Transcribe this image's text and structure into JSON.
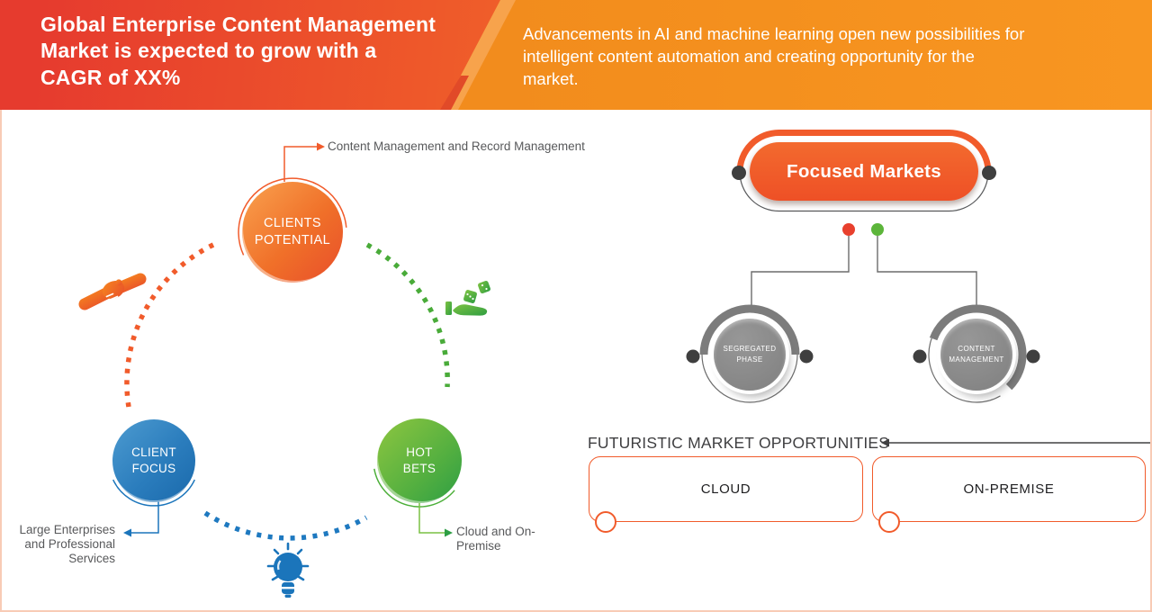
{
  "header": {
    "title": "Global Enterprise Content Management Market is expected to grow with a CAGR of XX%",
    "description": "Advancements in AI and machine learning open new possibilities for intelligent content automation and creating opportunity for the market."
  },
  "cycle": {
    "nodes": [
      {
        "label": "CLIENTS POTENTIAL",
        "callout": "Content Management and Record Management",
        "color_from": "#f9a24f",
        "color_to": "#e84e2a"
      },
      {
        "label": "CLIENT FOCUS",
        "callout": "Large Enterprises and Professional Services",
        "color_from": "#4d9bd0",
        "color_to": "#1a69ab"
      },
      {
        "label": "HOT BETS",
        "callout": "Cloud and On-Premise",
        "color_from": "#8ec640",
        "color_to": "#2d9e44"
      }
    ],
    "icons": [
      "handshake-icon",
      "dice-hand-icon",
      "lightbulb-icon"
    ]
  },
  "focused_markets": {
    "title": "Focused Markets",
    "children": [
      {
        "label": "SEGREGATED PHASE"
      },
      {
        "label": "CONTENT MANAGEMENT"
      }
    ]
  },
  "opportunities": {
    "heading": "FUTURISTIC MARKET OPPORTUNITIES",
    "items": [
      {
        "label": "CLOUD"
      },
      {
        "label": "ON-PREMISE"
      }
    ]
  },
  "colors": {
    "accent_orange": "#f15b2b",
    "header_red": "#e63b2e",
    "header_orange": "#f38e1d",
    "blue": "#1b75bb",
    "green": "#3fa539",
    "gray_node": "#8a8a8a",
    "dark_dot": "#3f3f3f",
    "red_dot": "#e8402d",
    "green_dot": "#5cb53a",
    "text_gray": "#58595b",
    "page_border": "#f8cbb6"
  }
}
